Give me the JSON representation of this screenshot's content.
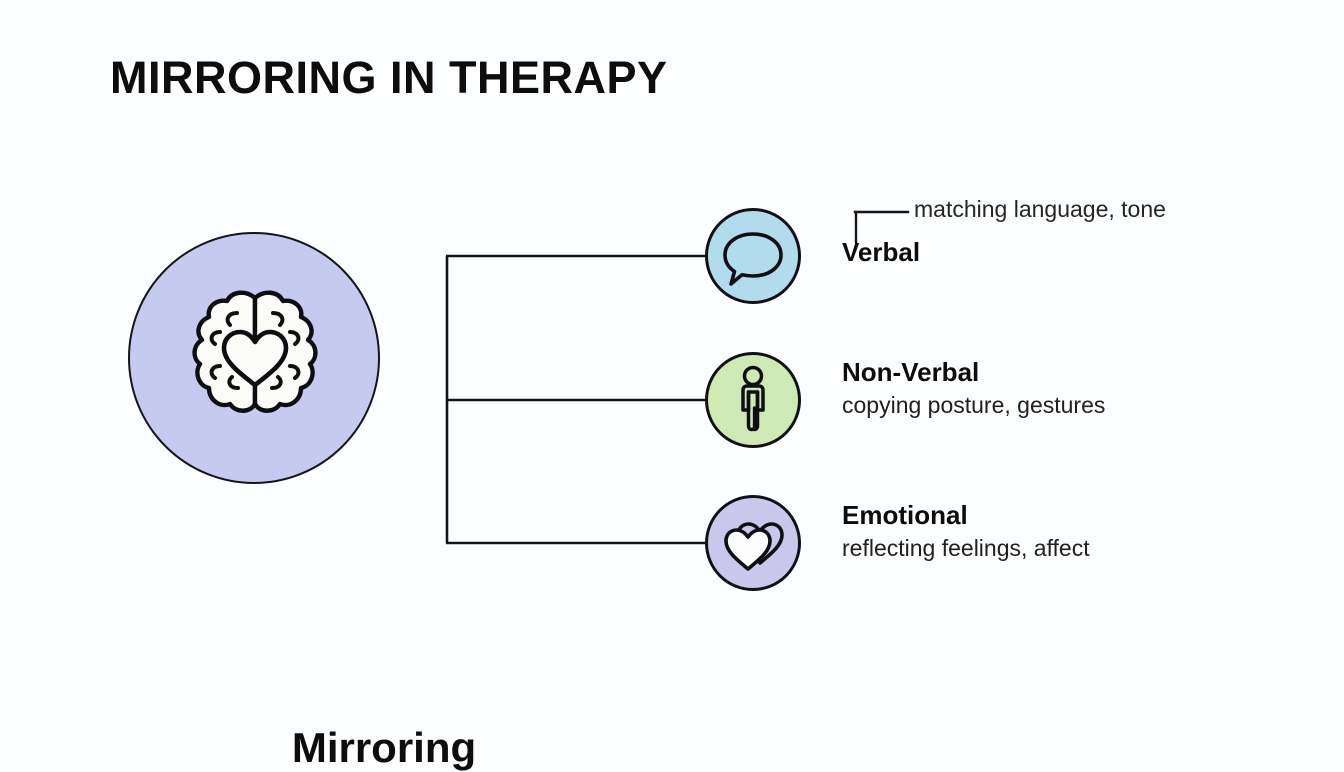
{
  "page": {
    "title": "MIRRORING IN THERAPY",
    "background_color": "#fdfeff",
    "text_color": "#111111"
  },
  "hub": {
    "label": "Mirroring",
    "icon": "brain-heart-icon",
    "fill_color": "#c6c9f0",
    "stroke_color": "#14141a"
  },
  "branches": [
    {
      "id": "verbal",
      "title": "Verbal",
      "subtitle": "",
      "callout": "matching language, tone",
      "icon": "speech-bubble-icon",
      "fill_color": "#b2dcee",
      "stroke_color": "#111115"
    },
    {
      "id": "non-verbal",
      "title": "Non-Verbal",
      "subtitle": "copying posture, gestures",
      "callout": "",
      "icon": "standing-person-icon",
      "fill_color": "#cee8b6",
      "stroke_color": "#111115"
    },
    {
      "id": "emotional",
      "title": "Emotional",
      "subtitle": "reflecting feelings, affect",
      "callout": "",
      "icon": "double-heart-icon",
      "fill_color": "#c9c8ec",
      "stroke_color": "#111115"
    }
  ],
  "connector": {
    "type": "bracket",
    "stroke_color": "#141418"
  }
}
